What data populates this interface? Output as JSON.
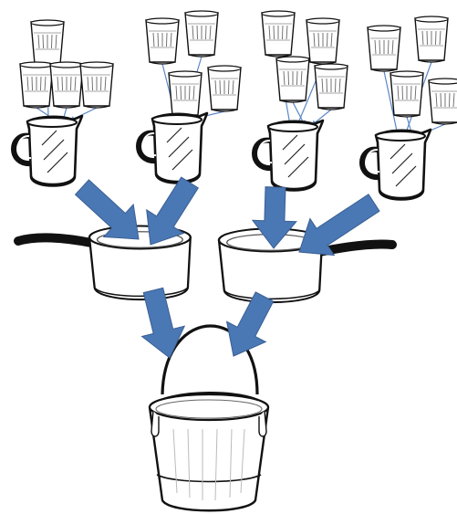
{
  "diagram": {
    "style": {
      "arrow_color": "#4a78b5",
      "arrow_stroke": "#3a5f93",
      "thin_arrow_color": "#5a86c5",
      "outline_color": "#111111",
      "handle_color": "#111111"
    },
    "groups": [
      {
        "glasses": 4,
        "container": "pitcher"
      },
      {
        "glasses": 4,
        "container": "pitcher"
      },
      {
        "glasses": 4,
        "container": "pitcher"
      },
      {
        "glasses": 4,
        "container": "pitcher"
      }
    ],
    "saucepans": 2,
    "bucket": 1
  }
}
